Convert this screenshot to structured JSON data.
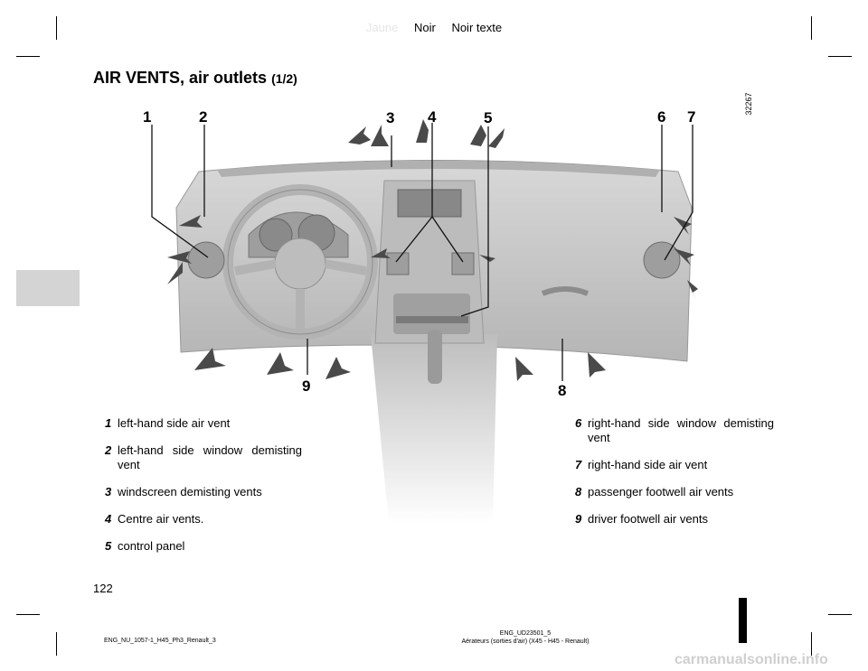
{
  "header": {
    "color_jaune": "Jaune",
    "color_noir": "Noir",
    "color_noir_texte": "Noir texte"
  },
  "page": {
    "title_main": "AIR VENTS, air outlets",
    "title_part": "(1/2)",
    "image_code": "32267",
    "page_number": "122"
  },
  "figure": {
    "callouts": [
      "1",
      "2",
      "3",
      "4",
      "5",
      "6",
      "7",
      "8",
      "9"
    ]
  },
  "legend_left": [
    {
      "num": "1",
      "text": "left-hand side air vent"
    },
    {
      "num": "2",
      "text": "left-hand side window demisting vent"
    },
    {
      "num": "3",
      "text": "windscreen demisting vents"
    },
    {
      "num": "4",
      "text": "Centre air vents."
    },
    {
      "num": "5",
      "text": "control panel"
    }
  ],
  "legend_right": [
    {
      "num": "6",
      "text": "right-hand side window demisting vent"
    },
    {
      "num": "7",
      "text": "right-hand side air vent"
    },
    {
      "num": "8",
      "text": "passenger footwell air vents"
    },
    {
      "num": "9",
      "text": "driver footwell air vents"
    }
  ],
  "footer": {
    "left_code": "ENG_NU_1057-1_H45_Ph3_Renault_3",
    "right_code_1": "ENG_UD23501_5",
    "right_code_2": "Aérateurs (sorties d'air) (X45 - H45 - Renault)",
    "watermark": "carmanualsonline.info"
  },
  "colors": {
    "dashboard_fill": "#c8c8c8",
    "dashboard_dark": "#a9a9a9",
    "arrow": "#4a4a4a",
    "side_tab": "#d4d4d4"
  }
}
